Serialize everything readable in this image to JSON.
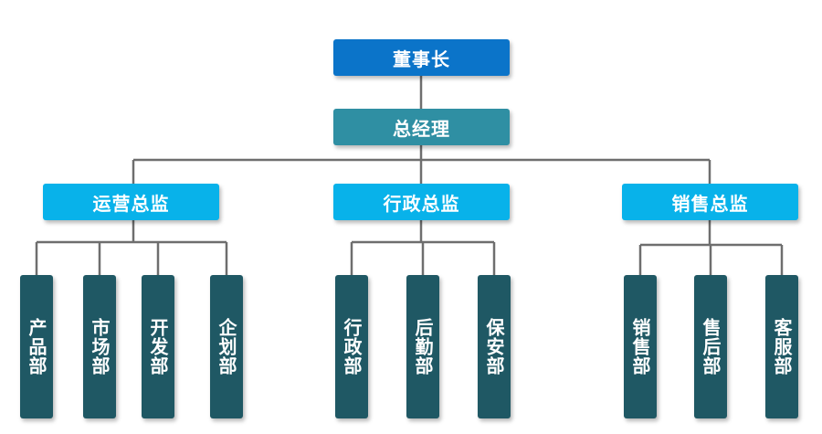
{
  "colors": {
    "chairman": "#0b74c9",
    "general_manager": "#2f8fa3",
    "director": "#08b2ea",
    "department": "#1f5864",
    "connector": "#6e6e6e"
  },
  "chart": {
    "root": {
      "label": "董事长"
    },
    "general_manager": {
      "label": "总经理"
    },
    "directors": [
      {
        "label": "运营总监",
        "departments": [
          "产品部",
          "市场部",
          "开发部",
          "企划部"
        ]
      },
      {
        "label": "行政总监",
        "departments": [
          "行政部",
          "后勤部",
          "保安部"
        ]
      },
      {
        "label": "销售总监",
        "departments": [
          "销售部",
          "售后部",
          "客服部"
        ]
      }
    ]
  }
}
